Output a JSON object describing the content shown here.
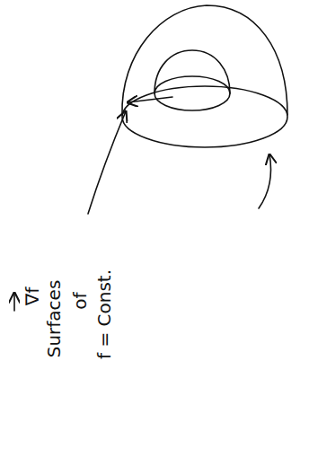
{
  "diagram": {
    "labels": [
      "∇f",
      "Surfaces",
      "of",
      "f = Const."
    ]
  }
}
